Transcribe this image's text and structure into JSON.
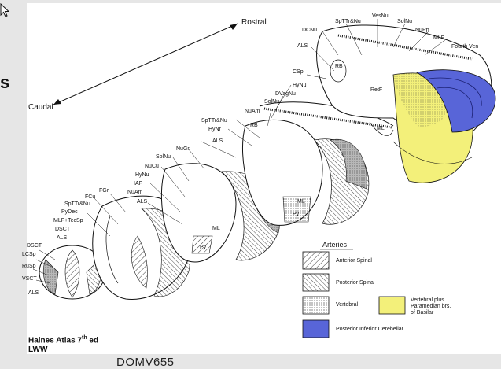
{
  "directions": {
    "rostral": "Rostral",
    "caudal": "Caudal"
  },
  "labels": {
    "dcnu": "DCNu",
    "als_top": "ALS",
    "csp": "CSp",
    "rb_top": "RB",
    "sptrnu_top": "SpTTr&Nu",
    "vesnu": "VesNu",
    "solnu_top": "SolNu",
    "nupp": "NuPp",
    "mlf": "MLF",
    "fourth_ven": "Fourth Ven",
    "retf": "RetF",
    "ml_top": "ML",
    "hynu_2": "HyNu",
    "dvagnu": "DVagNu",
    "solnu_2": "SolNu",
    "nuam_2": "NuAm",
    "sptrnu_2": "SpTTr&Nu",
    "hynr": "HyNr",
    "als_2": "ALS",
    "rb_2": "RB",
    "ml_2": "ML",
    "py_2": "Py",
    "nugr": "NuGr",
    "solnu_3": "SolNu",
    "nucu": "NuCu",
    "hynu_3": "HyNu",
    "iaf": "IAF",
    "nuam_3": "NuAm",
    "als_3": "ALS",
    "py_3": "Py",
    "ml_3": "ML",
    "fgr": "FGr",
    "fcu": "FCu",
    "sptrnu_4": "SpTTr&Nu",
    "pydec": "PyDec",
    "mlf_tecsp": "MLF+TecSp",
    "dsct_4": "DSCT",
    "als_4": "ALS",
    "dsct_5": "DSCT",
    "lcsp": "LCSp",
    "rusp": "RuSp",
    "vsct": "VSCT",
    "als_5": "ALS"
  },
  "legend": {
    "title": "Arteries",
    "items": [
      {
        "label": "Anterior Spinal"
      },
      {
        "label": "Posterior Spinal"
      },
      {
        "label": "Vertebral"
      },
      {
        "label": "Posterior Inferior Cerebellar"
      }
    ],
    "vertebral_plus": [
      "Vertebral plus",
      "Paramedian brs.",
      "of Basilar"
    ]
  },
  "colors": {
    "yellow": "#f3f07a",
    "blue": "#5865d8",
    "background": "#e6e6e6"
  },
  "credit": {
    "line1": "Haines Atlas 7",
    "sup": "th",
    "line1_end": " ed",
    "line2": "LWW"
  },
  "footer": "DOMV655",
  "edge_mark": "s"
}
